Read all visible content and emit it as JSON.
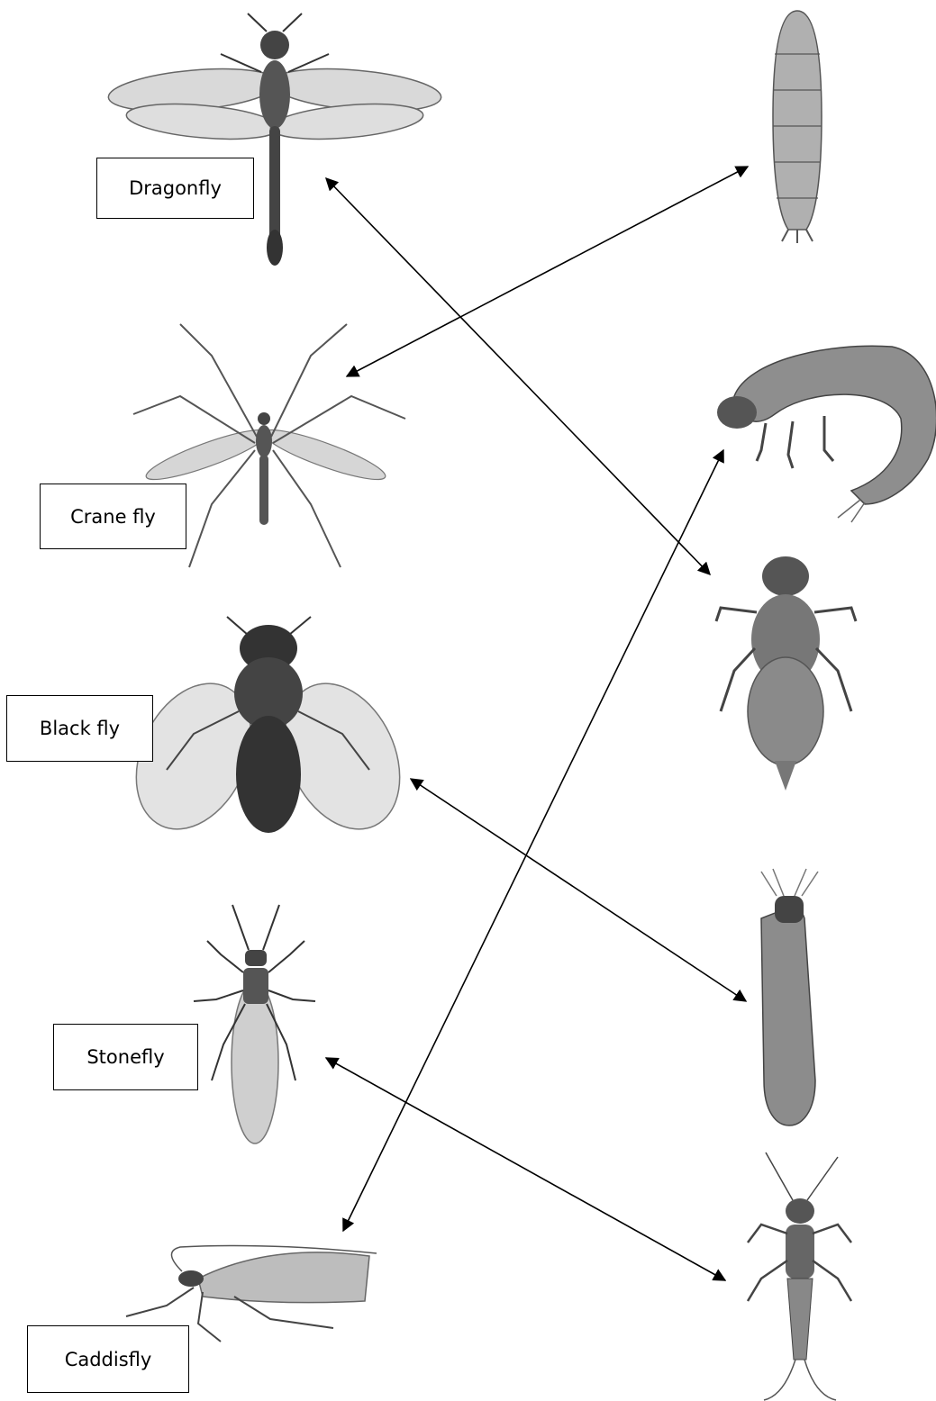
{
  "adults": [
    {
      "id": "dragonfly",
      "label": "Dragonfly"
    },
    {
      "id": "crane-fly",
      "label": "Crane fly"
    },
    {
      "id": "black-fly",
      "label": "Black fly"
    },
    {
      "id": "stonefly",
      "label": "Stonefly"
    },
    {
      "id": "caddisfly",
      "label": "Caddisfly"
    }
  ],
  "larvae": [
    {
      "id": "crane-fly-larva"
    },
    {
      "id": "caddisfly-larva"
    },
    {
      "id": "dragonfly-nymph"
    },
    {
      "id": "black-fly-larva"
    },
    {
      "id": "stonefly-nymph"
    }
  ],
  "matches": [
    {
      "adult": "dragonfly",
      "larva": "dragonfly-nymph"
    },
    {
      "adult": "crane-fly",
      "larva": "crane-fly-larva"
    },
    {
      "adult": "black-fly",
      "larva": "black-fly-larva"
    },
    {
      "adult": "stonefly",
      "larva": "stonefly-nymph"
    },
    {
      "adult": "caddisfly",
      "larva": "caddisfly-larva"
    }
  ],
  "colors": {
    "line": "#000000",
    "insect_dark": "#3a3a3a",
    "insect_mid": "#6e6e6e",
    "insect_light": "#b5b5b5",
    "wing": "#d6d6d6"
  }
}
